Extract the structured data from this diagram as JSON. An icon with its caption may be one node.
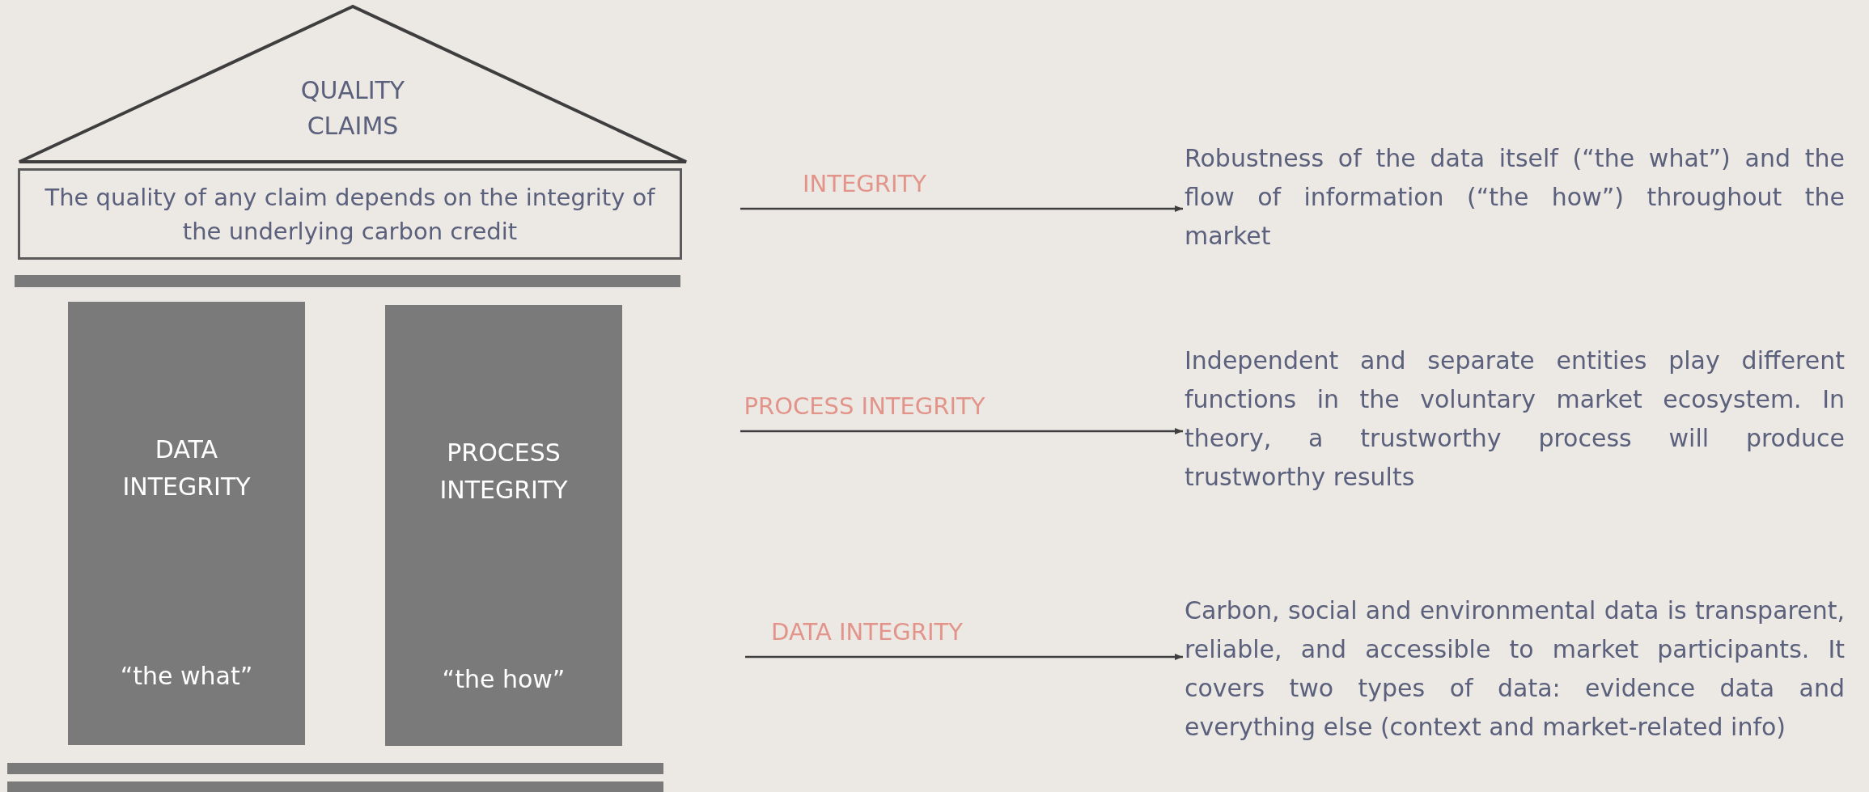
{
  "diagram": {
    "nodes": [
      {
        "text": [
          "QUALITY CLAIMS"
        ]
      },
      {
        "text": [
          "The quality of any claim depends on the integrity of the underlying carbon credit"
        ]
      },
      {
        "text": [
          "DATA INTEGRITY",
          "“the what”"
        ]
      },
      {
        "text": [
          "PROCESS INTEGRITY",
          "“the how”"
        ]
      },
      {
        "text": [
          "Robustness of the data itself (“the what”) and the flow of information (“the how”) throughout the market"
        ]
      },
      {
        "text": [
          "Independent and separate entities play different functions in the voluntary market ecosystem. In theory, a trustworthy process will produce trustworthy results"
        ]
      },
      {
        "text": [
          "Carbon, social and environmental data is transparent, reliable, and accessible to market participants. It covers two types of data: evidence data and everything else (context and market-related info)"
        ]
      },
      {
        "text": [],
        "shape": "bar"
      },
      {
        "text": [],
        "shape": "bar"
      },
      {
        "text": [],
        "shape": "bar"
      }
    ],
    "edges": [
      {
        "from": null,
        "to": 4,
        "arrow": "to",
        "label": "INTEGRITY"
      },
      {
        "from": null,
        "to": 5,
        "arrow": "to",
        "label": "PROCESS INTEGRITY"
      },
      {
        "from": null,
        "to": 6,
        "arrow": "to",
        "label": "DATA INTEGRITY"
      }
    ]
  }
}
